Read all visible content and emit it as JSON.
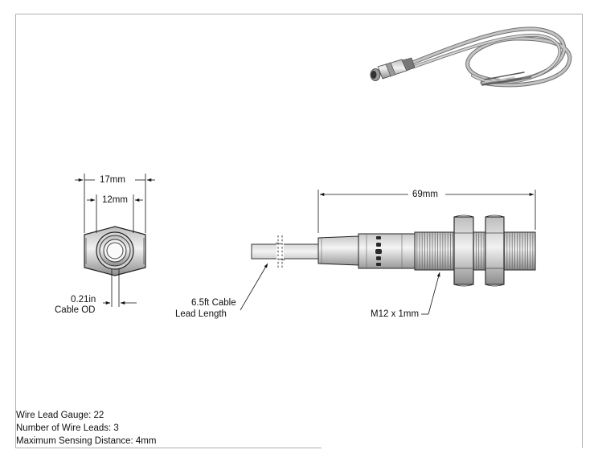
{
  "dimensions": {
    "hex_width": "17mm",
    "thread_width": "12mm",
    "cable_od_value": "0.21in",
    "cable_od_label": "Cable OD",
    "overall_length": "69mm",
    "cable_length_line1": "6.5ft Cable",
    "cable_length_line2": "Lead Length",
    "thread_spec": "M12 x 1mm"
  },
  "notes": [
    "Wire Lead Gauge: 22",
    "Number of Wire Leads: 3",
    "Maximum Sensing Distance: 4mm"
  ],
  "colors": {
    "line": "#111111",
    "frame": "#b0b0b0",
    "metal_light": "#e6e6e6",
    "metal_dark": "#8a8a8a",
    "cable": "#a8a8a8"
  }
}
